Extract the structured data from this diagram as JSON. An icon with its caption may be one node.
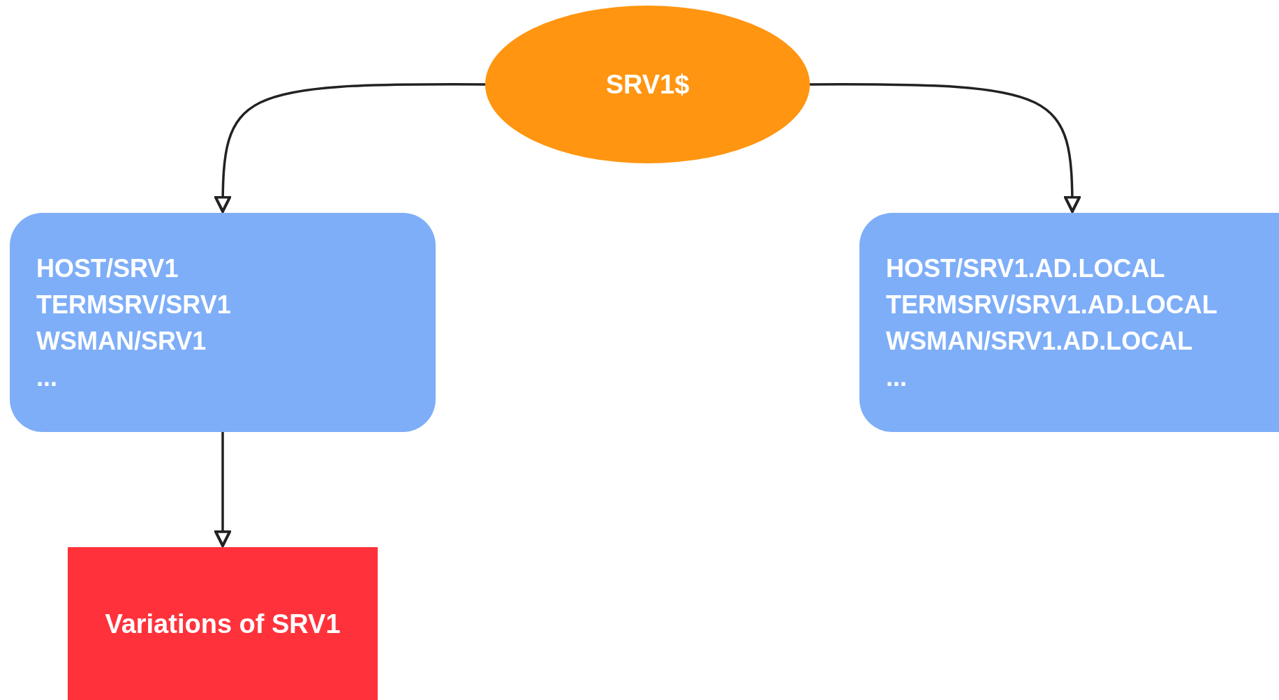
{
  "diagram": {
    "nodes": [
      {
        "text": [
          "SRV1$"
        ]
      },
      {
        "text": [
          "HOST/SRV1",
          "TERMSRV/SRV1",
          "WSMAN/SRV1",
          "..."
        ]
      },
      {
        "text": [
          "HOST/SRV1.AD.LOCAL",
          "TERMSRV/SRV1.AD.LOCAL",
          "WSMAN/SRV1.AD.LOCAL",
          "..."
        ]
      },
      {
        "text": [
          "Variations of SRV1"
        ]
      }
    ],
    "edges": [
      {
        "from": 0,
        "to": 1,
        "arrow": "to"
      },
      {
        "from": 0,
        "to": 2,
        "arrow": "to"
      },
      {
        "from": 1,
        "to": 3,
        "arrow": "to"
      }
    ]
  }
}
